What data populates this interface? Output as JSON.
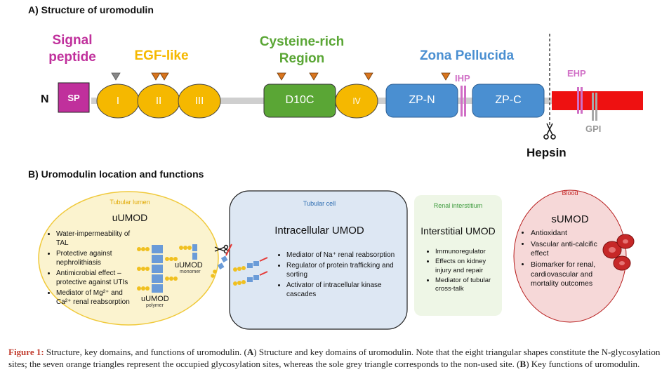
{
  "part_a": {
    "title": "A) Structure of uromodulin",
    "n_terminus": "N",
    "labels": {
      "signal_peptide": "Signal peptide",
      "egf_like": "EGF-like",
      "cysteine_rich": "Cysteine-rich Region",
      "zona_pellucida": "Zona Pellucida",
      "ihp": "IHP",
      "ehp": "EHP",
      "gpi": "GPI",
      "hepsin": "Hepsin"
    },
    "domains": {
      "sp": "SP",
      "egf1": "I",
      "egf2": "II",
      "egf3": "III",
      "d10c": "D10C",
      "egf4": "IV",
      "zpn": "ZP-N",
      "zpc": "ZP-C"
    },
    "colors": {
      "signal_peptide": "#c0309c",
      "egf": "#f5b800",
      "cysteine": "#5aa635",
      "zona": "#4a8fd1",
      "red": "#ee1111",
      "glyco_occupied": "#d9751e",
      "glyco_unused": "#888888"
    }
  },
  "part_b": {
    "title": "B) Uromodulin location and functions",
    "lumen": {
      "region": "Tubular lumen",
      "name": "uUMOD",
      "items": [
        "Water-impermeability of TAL",
        "Protective against nephrolithiasis",
        "Antimicrobial effect – protective against UTIs",
        "Mediator of Mg²⁺ and Ca²⁺ renal reabsorption"
      ],
      "monomer_name": "uUMOD",
      "monomer_label": "monomer",
      "polymer_name": "uUMOD",
      "polymer_label": "polymer"
    },
    "cell": {
      "region": "Tubular cell",
      "name": "Intracellular UMOD",
      "items": [
        "Mediator of Na⁺ renal reabsorption",
        "Regulator of protein trafficking and sorting",
        "Activator of intracellular kinase cascades"
      ]
    },
    "interstitium": {
      "region": "Renal interstitium",
      "name": "Interstitial UMOD",
      "items": [
        "Immunoregulator",
        "Effects on kidney injury and repair",
        "Mediator of tubular cross-talk"
      ]
    },
    "blood": {
      "region": "Blood",
      "name": "sUMOD",
      "items": [
        "Antioxidant",
        "Vascular anti-calcific effect",
        "Biomarker for renal, cardiovascular and mortality outcomes"
      ]
    }
  },
  "caption": {
    "label": "Figure 1:",
    "p1": " Structure, key domains, and functions of uromodulin. (",
    "a": "A",
    "p2": ") Structure and key domains of uromodulin. Note that the eight triangular shapes constitute the N-glycosylation sites; the seven orange triangles represent the occupied glycosylation sites, whereas the sole grey triangle corresponds to the non-used site. (",
    "b": "B",
    "p3": ") Key functions of uromodulin."
  }
}
